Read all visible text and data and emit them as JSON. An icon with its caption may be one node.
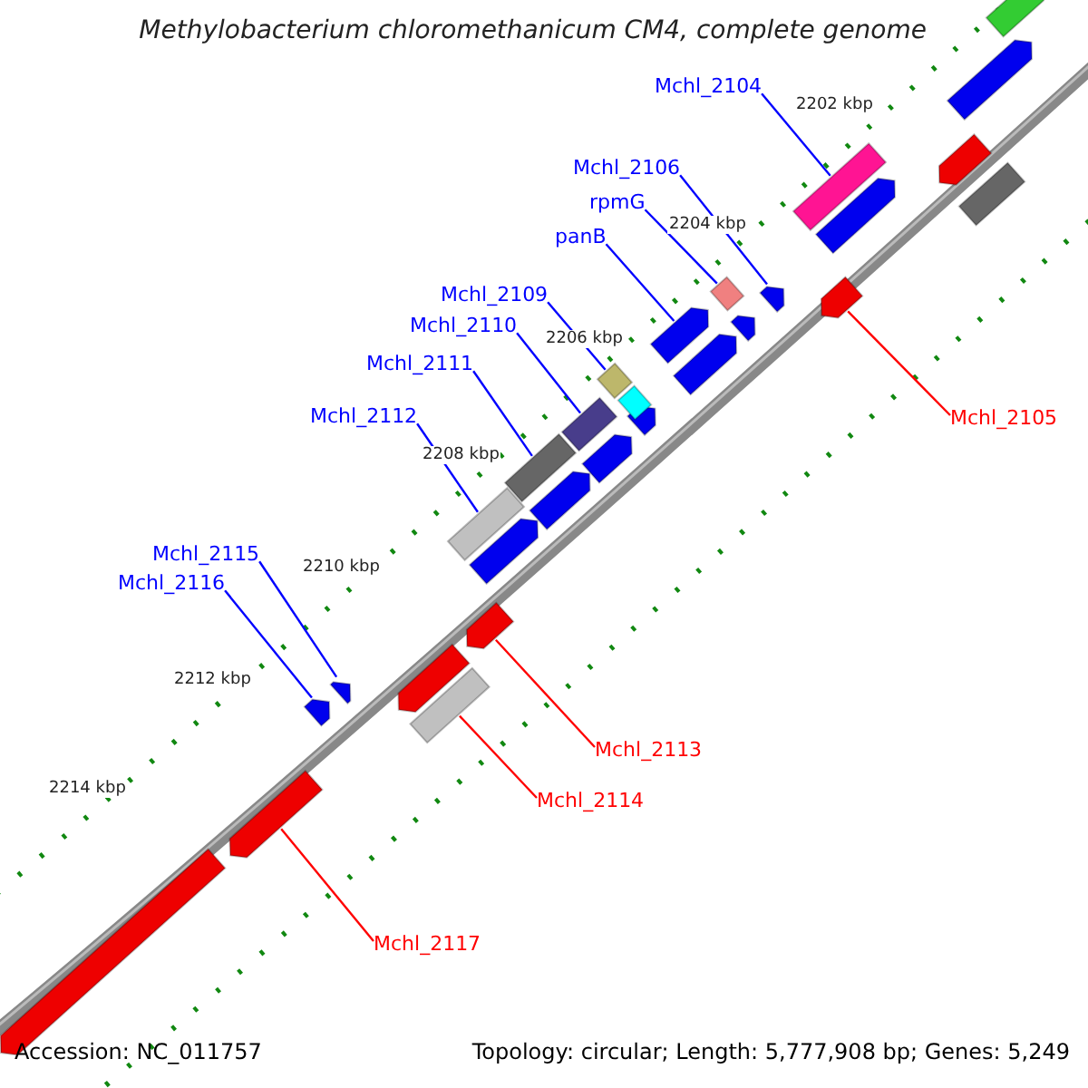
{
  "diagram": {
    "title": "Methylobacterium chloromethanicum CM4, complete genome",
    "nodes": [
      {
        "text": [
          "Mchl_2104"
        ]
      },
      {
        "text": [
          "Mchl_2106"
        ]
      },
      {
        "text": [
          "rpmG"
        ]
      },
      {
        "text": [
          "panB"
        ]
      },
      {
        "text": [
          "Mchl_2109"
        ]
      },
      {
        "text": [
          "Mchl_2110"
        ]
      },
      {
        "text": [
          "Mchl_2111"
        ]
      },
      {
        "text": [
          "Mchl_2105"
        ]
      },
      {
        "text": [
          "Mchl_2112"
        ]
      },
      {
        "text": [
          "Mchl_2115"
        ]
      },
      {
        "text": [
          "Mchl_2116"
        ]
      },
      {
        "text": [
          "Mchl_2113"
        ]
      },
      {
        "text": [
          "Mchl_2114"
        ]
      },
      {
        "text": [
          "Mchl_2117"
        ]
      },
      {
        "text": [],
        "shape": "bar"
      },
      {
        "text": [],
        "shape": "bar"
      },
      {
        "text": [],
        "shape": "bar"
      },
      {
        "text": [],
        "shape": "bar"
      },
      {
        "text": [],
        "shape": "bar"
      },
      {
        "text": [],
        "shape": "bar"
      },
      {
        "text": [],
        "shape": "bar"
      },
      {
        "text": [],
        "shape": "bar"
      },
      {
        "text": [],
        "shape": "bar"
      },
      {
        "text": [],
        "shape": "bar"
      },
      {
        "text": [],
        "shape": "bar"
      },
      {
        "text": [],
        "shape": "bar"
      },
      {
        "text": [],
        "shape": "bar"
      },
      {
        "text": [],
        "shape": "bar"
      },
      {
        "text": [],
        "shape": "bar"
      },
      {
        "text": [],
        "shape": "bar"
      },
      {
        "text": [],
        "shape": "bar"
      },
      {
        "text": [],
        "shape": "bar"
      },
      {
        "text": [],
        "shape": "bar"
      },
      {
        "text": [],
        "shape": "bar"
      },
      {
        "text": [],
        "shape": "bar"
      },
      {
        "text": [],
        "shape": "bar"
      },
      {
        "text": [],
        "shape": "bar"
      },
      {
        "text": [],
        "shape": "bar"
      },
      {
        "text": [],
        "shape": "bar"
      },
      {
        "text": [],
        "shape": "bar"
      },
      {
        "text": [],
        "shape": "bar"
      },
      {
        "text": [],
        "shape": "bar"
      }
    ],
    "edges": [
      {
        "from": 0,
        "to": 14,
        "arrow": "none"
      },
      {
        "from": 1,
        "to": 15,
        "arrow": "none"
      },
      {
        "from": 2,
        "to": 16,
        "arrow": "none"
      },
      {
        "from": 3,
        "to": 17,
        "arrow": "none"
      },
      {
        "from": 4,
        "to": 18,
        "arrow": "none"
      },
      {
        "from": 5,
        "to": 19,
        "arrow": "none"
      },
      {
        "from": 6,
        "to": 20,
        "arrow": "none"
      },
      {
        "from": 7,
        "to": 21,
        "arrow": "none",
        "color": "#ff0000"
      },
      {
        "from": 8,
        "to": 22,
        "arrow": "none"
      },
      {
        "from": 9,
        "to": 23,
        "arrow": "none"
      },
      {
        "from": 10,
        "to": 24,
        "arrow": "none"
      },
      {
        "from": 11,
        "to": 25,
        "arrow": "none",
        "color": "#ff0000"
      },
      {
        "from": 12,
        "to": 26,
        "arrow": "none",
        "color": "#ff0000"
      },
      {
        "from": 13,
        "to": 27,
        "arrow": "none",
        "color": "#ff0000"
      }
    ],
    "labels": [
      "2202 kbp",
      "2204 kbp",
      "2206 kbp",
      "2208 kbp",
      "2210 kbp",
      "2212 kbp",
      "2214 kbp",
      "Accession: NC_011757",
      "Topology: circular; Length: 5,777,908 bp; Genes: 5,249"
    ]
  }
}
